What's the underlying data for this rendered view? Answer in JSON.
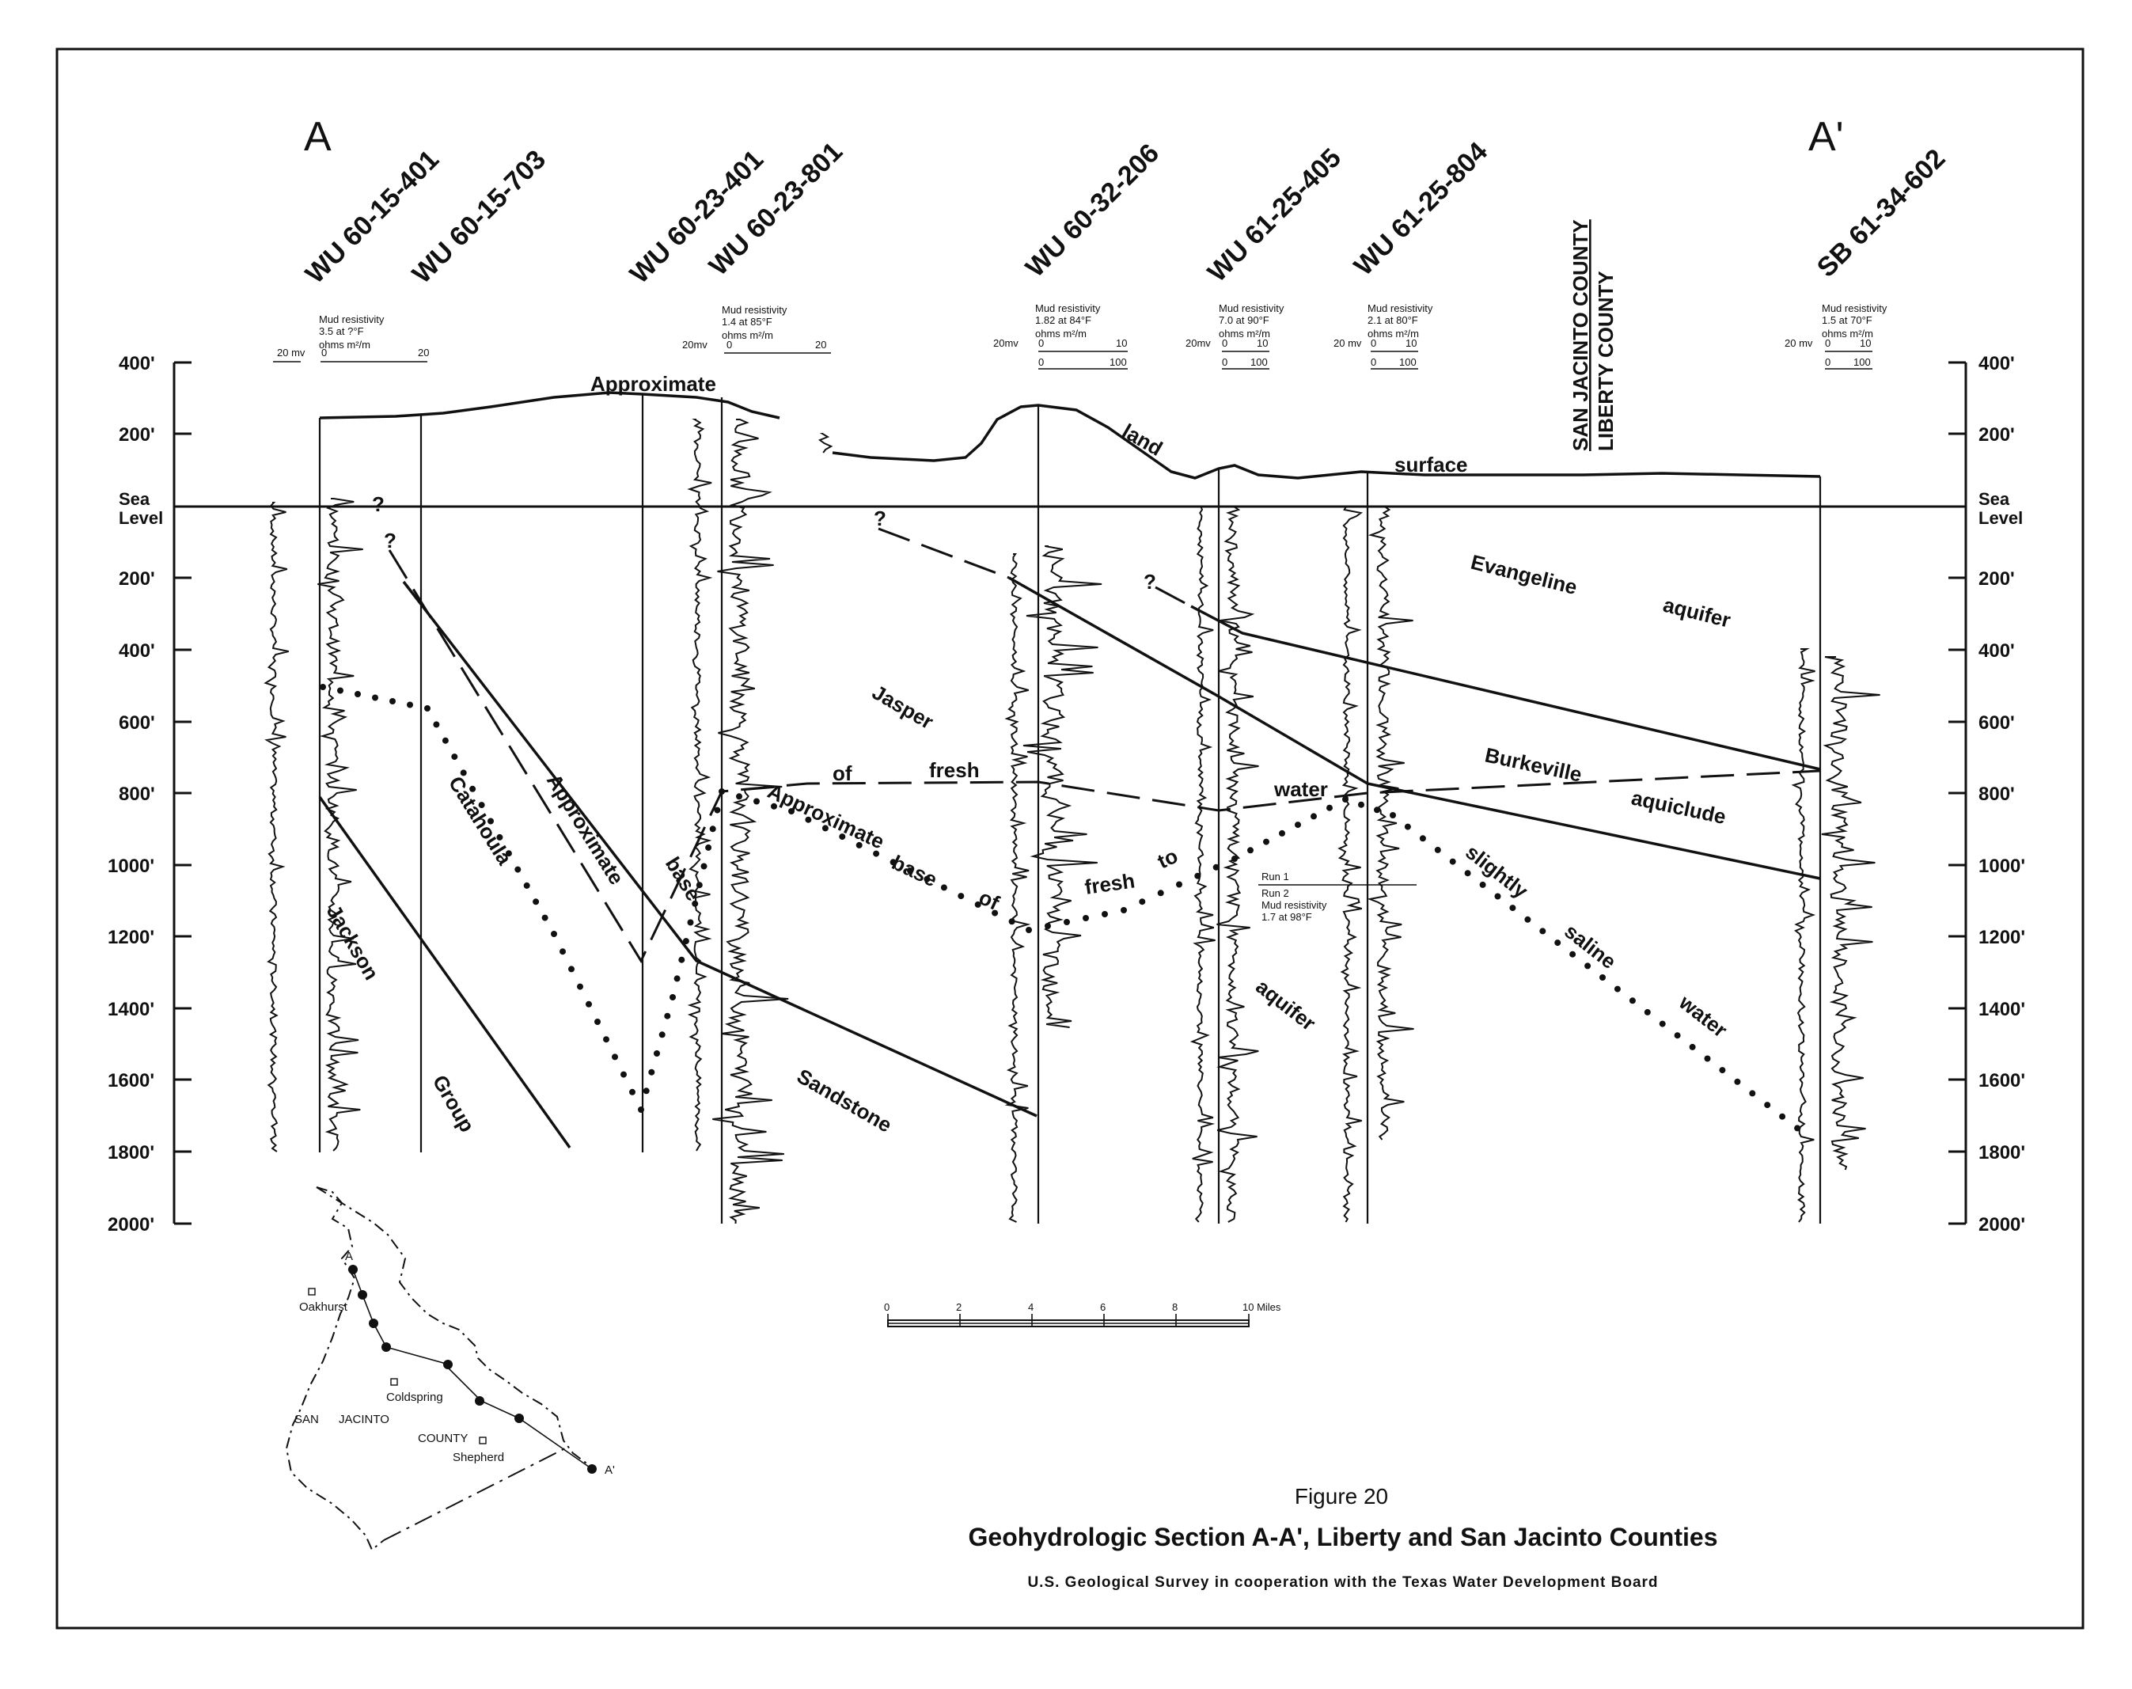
{
  "section": {
    "left_end": "A",
    "right_end": "A'",
    "wells": [
      {
        "id": "WU 60-15-401",
        "header": [
          "Mud resistivity",
          "3.5 at ?°F",
          "ohms m²/m"
        ],
        "scale": [
          "20 mv",
          "0",
          "20"
        ]
      },
      {
        "id": "WU 60-15-703"
      },
      {
        "id": "WU 60-23-401"
      },
      {
        "id": "WU 60-23-801",
        "header": [
          "Mud resistivity",
          "1.4 at 85°F",
          "ohms m²/m"
        ],
        "scale": [
          "20mv",
          "0",
          "20"
        ]
      },
      {
        "id": "WU 60-32-206",
        "header": [
          "Mud resistivity",
          "1.82 at 84°F",
          "ohms m²/m"
        ],
        "scale": [
          "20mv",
          "0",
          "10",
          "0",
          "100"
        ]
      },
      {
        "id": "WU 61-25-405",
        "header": [
          "Mud resistivity",
          "7.0 at 90°F",
          "ohms m²/m"
        ],
        "scale": [
          "20mv",
          "0",
          "10",
          "0",
          "100"
        ]
      },
      {
        "id": "WU 61-25-804",
        "header": [
          "Mud resistivity",
          "2.1 at 80°F",
          "ohms m²/m"
        ],
        "scale": [
          "20 mv",
          "0",
          "10",
          "0",
          "100"
        ]
      },
      {
        "id": "SB 61-34-602",
        "header": [
          "Mud resistivity",
          "1.5 at 70°F",
          "ohms m²/m"
        ],
        "scale": [
          "20 mv",
          "0",
          "10",
          "0",
          "100"
        ]
      }
    ],
    "county_line": {
      "upper": "SAN JACINTO COUNTY",
      "lower": "LIBERTY COUNTY"
    },
    "depth_axis": {
      "labels": [
        "400'",
        "200'",
        "Sea",
        "Level",
        "200'",
        "400'",
        "600'",
        "800'",
        "1000'",
        "1200'",
        "1400'",
        "1600'",
        "1800'",
        "2000'"
      ]
    },
    "labels": {
      "approximate_top": "Approximate",
      "land": "land",
      "surface": "surface",
      "evangeline": "Evangeline",
      "aquifer_1": "aquifer",
      "burkeville": "Burkeville",
      "aquiclude": "aquiclude",
      "jasper": "Jasper",
      "of_1": "of",
      "fresh_1": "fresh",
      "water_1": "water",
      "catahoula": "Catahoula",
      "approximate_diag": "Approximate",
      "base_1": "base",
      "approximate_dot": "Approximate",
      "base_2": "base",
      "of_2": "of",
      "fresh_2": "fresh",
      "to": "to",
      "slightly": "slightly",
      "saline": "saline",
      "water_2": "water",
      "jackson": "Jackson",
      "group": "Group",
      "sandstone": "Sandstone",
      "aquifer_2": "aquifer",
      "q": "?"
    },
    "run_note": [
      "Run 1",
      "Run 2",
      "Mud resistivity",
      "1.7 at 98°F"
    ]
  },
  "scale_bar": {
    "ticks": [
      "0",
      "2",
      "4",
      "6",
      "8",
      "10 Miles"
    ]
  },
  "inset_map": {
    "point_a": "A",
    "point_a_prime": "A'",
    "places": [
      "Oakhurst",
      "Coldspring",
      "Shepherd"
    ],
    "county": [
      "SAN",
      "JACINTO",
      "COUNTY"
    ]
  },
  "caption": {
    "figure": "Figure 20",
    "title": "Geohydrologic Section A-A', Liberty and San Jacinto Counties",
    "credit": "U.S. Geological Survey in cooperation with the Texas Water Development Board"
  }
}
